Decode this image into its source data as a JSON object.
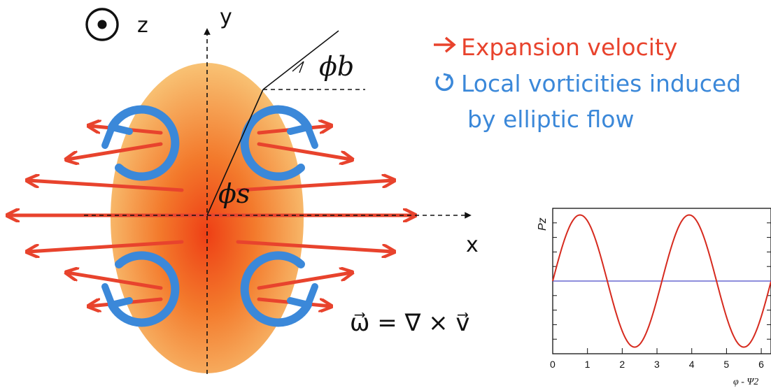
{
  "diagram": {
    "axes": {
      "x_label": "x",
      "y_label": "y",
      "z_label": "z"
    },
    "angles": {
      "phi_b": "ϕb",
      "phi_s": "ϕs"
    },
    "formula": "ω⃗ = ∇ × v⃗",
    "legend": {
      "expansion_label": "Expansion velocity",
      "vorticity_label_line1": "Local vorticities induced",
      "vorticity_label_line2": "by elliptic flow",
      "expansion_icon": "arrow-right-icon",
      "vorticity_icon": "circular-arrow-icon"
    },
    "colors": {
      "expansion": "#e8432d",
      "vorticity": "#3b88d9",
      "fireball_core": "#f05a1a",
      "fireball_edge": "#f6b04e"
    }
  },
  "chart_data": {
    "type": "line",
    "xlabel": "φ - Ψ2",
    "ylabel": "Pz",
    "xlim": [
      0,
      6.28
    ],
    "x_ticks": [
      "0",
      "1",
      "2",
      "3",
      "4",
      "5",
      "6"
    ],
    "series": [
      {
        "x": [
          0,
          0.39,
          0.79,
          1.18,
          1.57,
          1.96,
          2.36,
          2.75,
          3.14,
          3.53,
          3.93,
          4.32,
          4.71,
          5.11,
          5.5,
          5.89,
          6.28
        ],
        "y": [
          0,
          0.71,
          1,
          0.71,
          0,
          -0.71,
          -1,
          -0.71,
          0,
          0.71,
          1,
          0.71,
          0,
          -0.71,
          -1,
          -0.71,
          0
        ]
      }
    ],
    "ylim": [
      -1.1,
      1.1
    ],
    "reference_line_y": 0,
    "colors": {
      "curve": "#d62a1e",
      "reference": "#4a4ac8"
    }
  }
}
